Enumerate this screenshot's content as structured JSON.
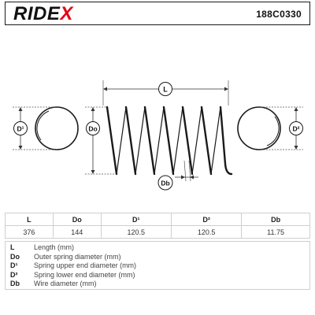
{
  "header": {
    "brand_main": "RIDE",
    "brand_x": "X",
    "part_number": "188C0330"
  },
  "diagram": {
    "label_L": "L",
    "label_Do": "Do",
    "label_D1": "D¹",
    "label_D2": "D²",
    "label_Db": "Db"
  },
  "specs": {
    "headers": [
      "L",
      "Do",
      "D¹",
      "D²",
      "Db"
    ],
    "values": [
      "376",
      "144",
      "120.5",
      "120.5",
      "11.75"
    ]
  },
  "legend": [
    {
      "symbol": "L",
      "description": "Length (mm)"
    },
    {
      "symbol": "Do",
      "description": "Outer spring diameter (mm)"
    },
    {
      "symbol": "D¹",
      "description": "Spring upper end diameter (mm)"
    },
    {
      "symbol": "D²",
      "description": "Spring lower end diameter (mm)"
    },
    {
      "symbol": "Db",
      "description": "Wire diameter (mm)"
    }
  ],
  "colors": {
    "accent": "#e30613",
    "line": "#1a1a1a",
    "dimension": "#333333"
  }
}
